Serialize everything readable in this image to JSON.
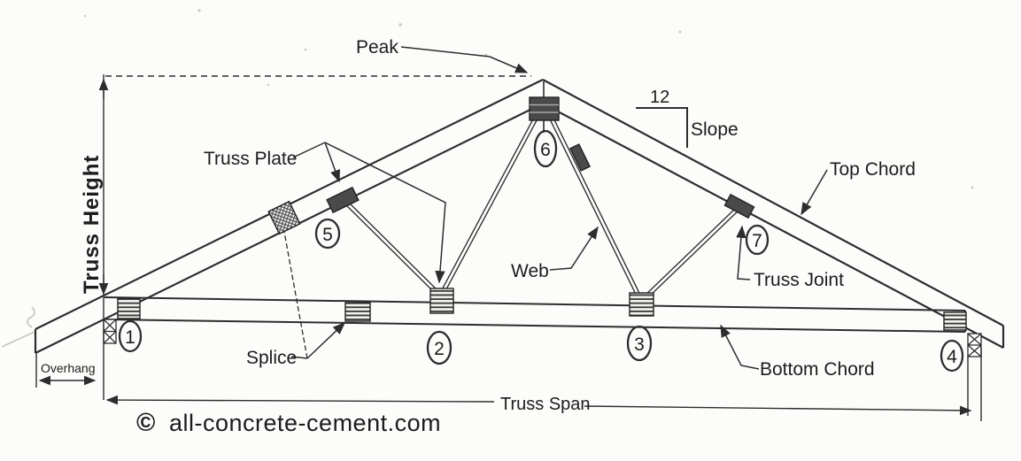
{
  "diagram": {
    "type": "roof-truss-anatomy",
    "labels": {
      "peak": "Peak",
      "truss_plate": "Truss Plate",
      "truss_height": "Truss Height",
      "top_chord": "Top Chord",
      "web": "Web",
      "truss_joint": "Truss Joint",
      "splice": "Splice",
      "bottom_chord": "Bottom Chord",
      "overhang": "Overhang",
      "truss_span": "Truss Span",
      "slope": "Slope",
      "slope_rise": "12"
    },
    "joints": [
      "1",
      "2",
      "3",
      "4",
      "5",
      "6",
      "7"
    ],
    "watermark": {
      "symbol": "©",
      "text": "all-concrete-cement.com"
    },
    "colors": {
      "ink": "#2d2d2d",
      "plate_dark": "#4a4a4a",
      "watermark_symbol": "#c04040",
      "watermark_text": "#3b3b9b",
      "background": "#fcfcfa"
    }
  }
}
